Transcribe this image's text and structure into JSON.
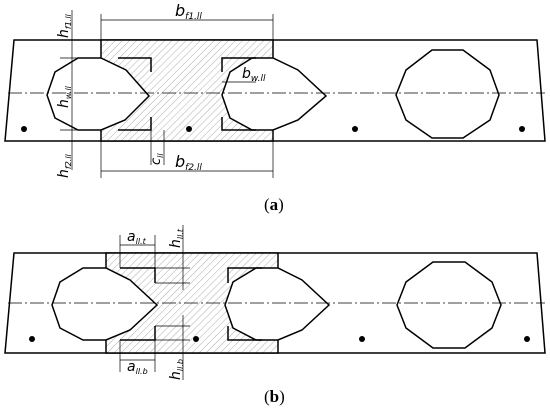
{
  "panel_a": {
    "caption_open": "(",
    "caption_letter": "a",
    "caption_close": ")",
    "labels": {
      "b_f1": "b",
      "b_f1_sub": "f1.ll",
      "b_f2": "b",
      "b_f2_sub": "f2.ll",
      "b_w": "b",
      "b_w_sub": "w.ll",
      "h_f1": "h",
      "h_f1_sub": "f1.ll",
      "h_w": "h",
      "h_w_sub": "w.ll",
      "h_f2": "h",
      "h_f2_sub": "f2.ll",
      "c": "c",
      "c_sub": "ll"
    }
  },
  "panel_b": {
    "caption_open": "(",
    "caption_letter": "b",
    "caption_close": ")",
    "labels": {
      "a_t": "a",
      "a_t_sub": "ll.t",
      "h_t": "h",
      "h_t_sub": "ll.t",
      "a_b": "a",
      "a_b_sub": "ll.b",
      "h_b": "h",
      "h_b_sub": "ll.b"
    }
  }
}
